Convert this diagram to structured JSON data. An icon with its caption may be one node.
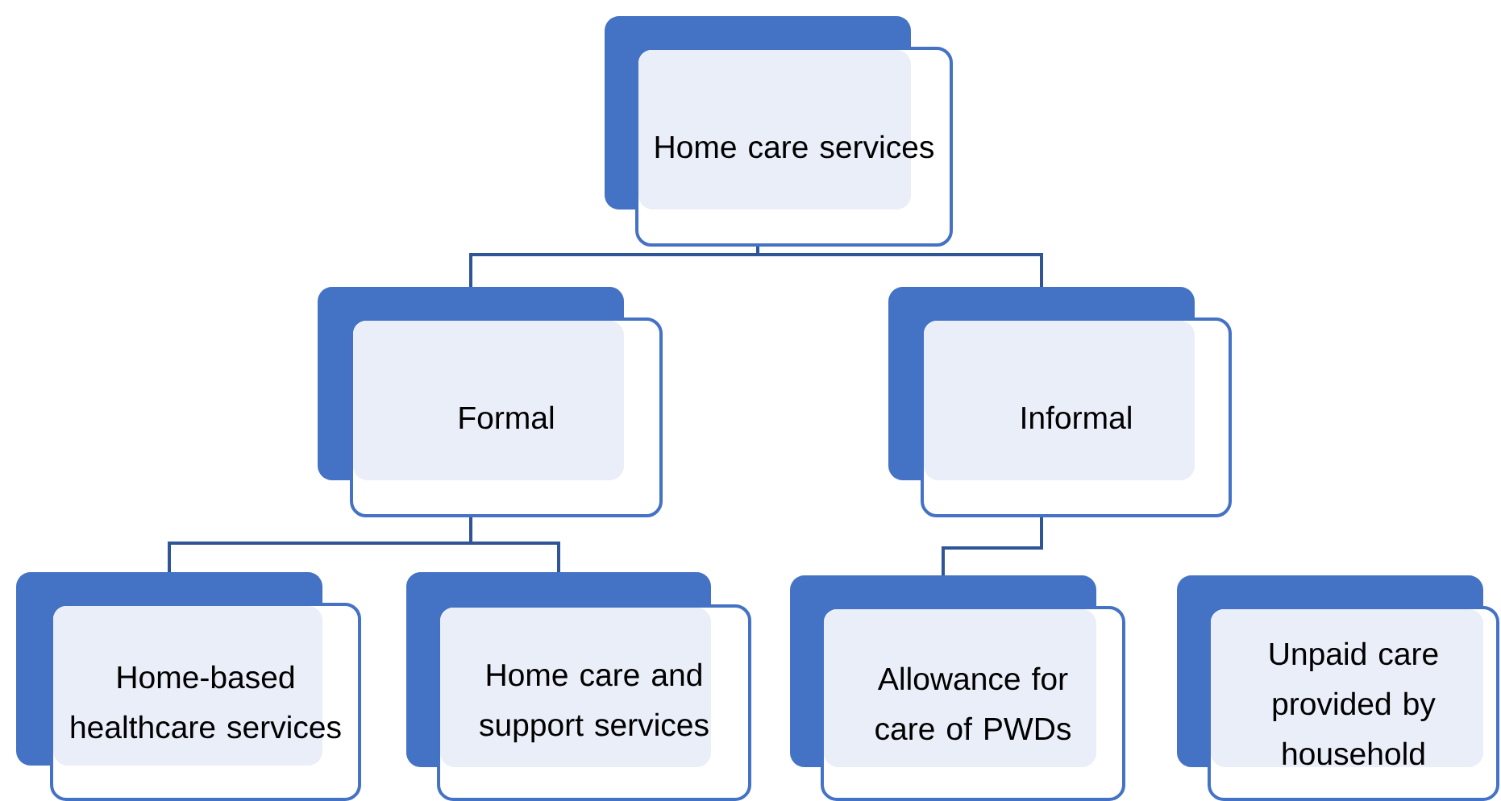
{
  "diagram": {
    "nodes": [
      {
        "text": [
          "Home care services"
        ]
      },
      {
        "text": [
          "Formal"
        ]
      },
      {
        "text": [
          "Informal"
        ]
      },
      {
        "text": [
          "Home-based healthcare services"
        ]
      },
      {
        "text": [
          "Home care and support services"
        ]
      },
      {
        "text": [
          "Allowance for care of PWDs"
        ]
      },
      {
        "text": [
          "Unpaid care provided by household"
        ]
      }
    ],
    "edges": [
      {
        "from": 0,
        "to": 1,
        "arrow": "none"
      },
      {
        "from": 0,
        "to": 2,
        "arrow": "none"
      },
      {
        "from": 1,
        "to": 3,
        "arrow": "none"
      },
      {
        "from": 1,
        "to": 4,
        "arrow": "none"
      },
      {
        "from": 2,
        "to": 5,
        "arrow": "none"
      }
    ]
  }
}
